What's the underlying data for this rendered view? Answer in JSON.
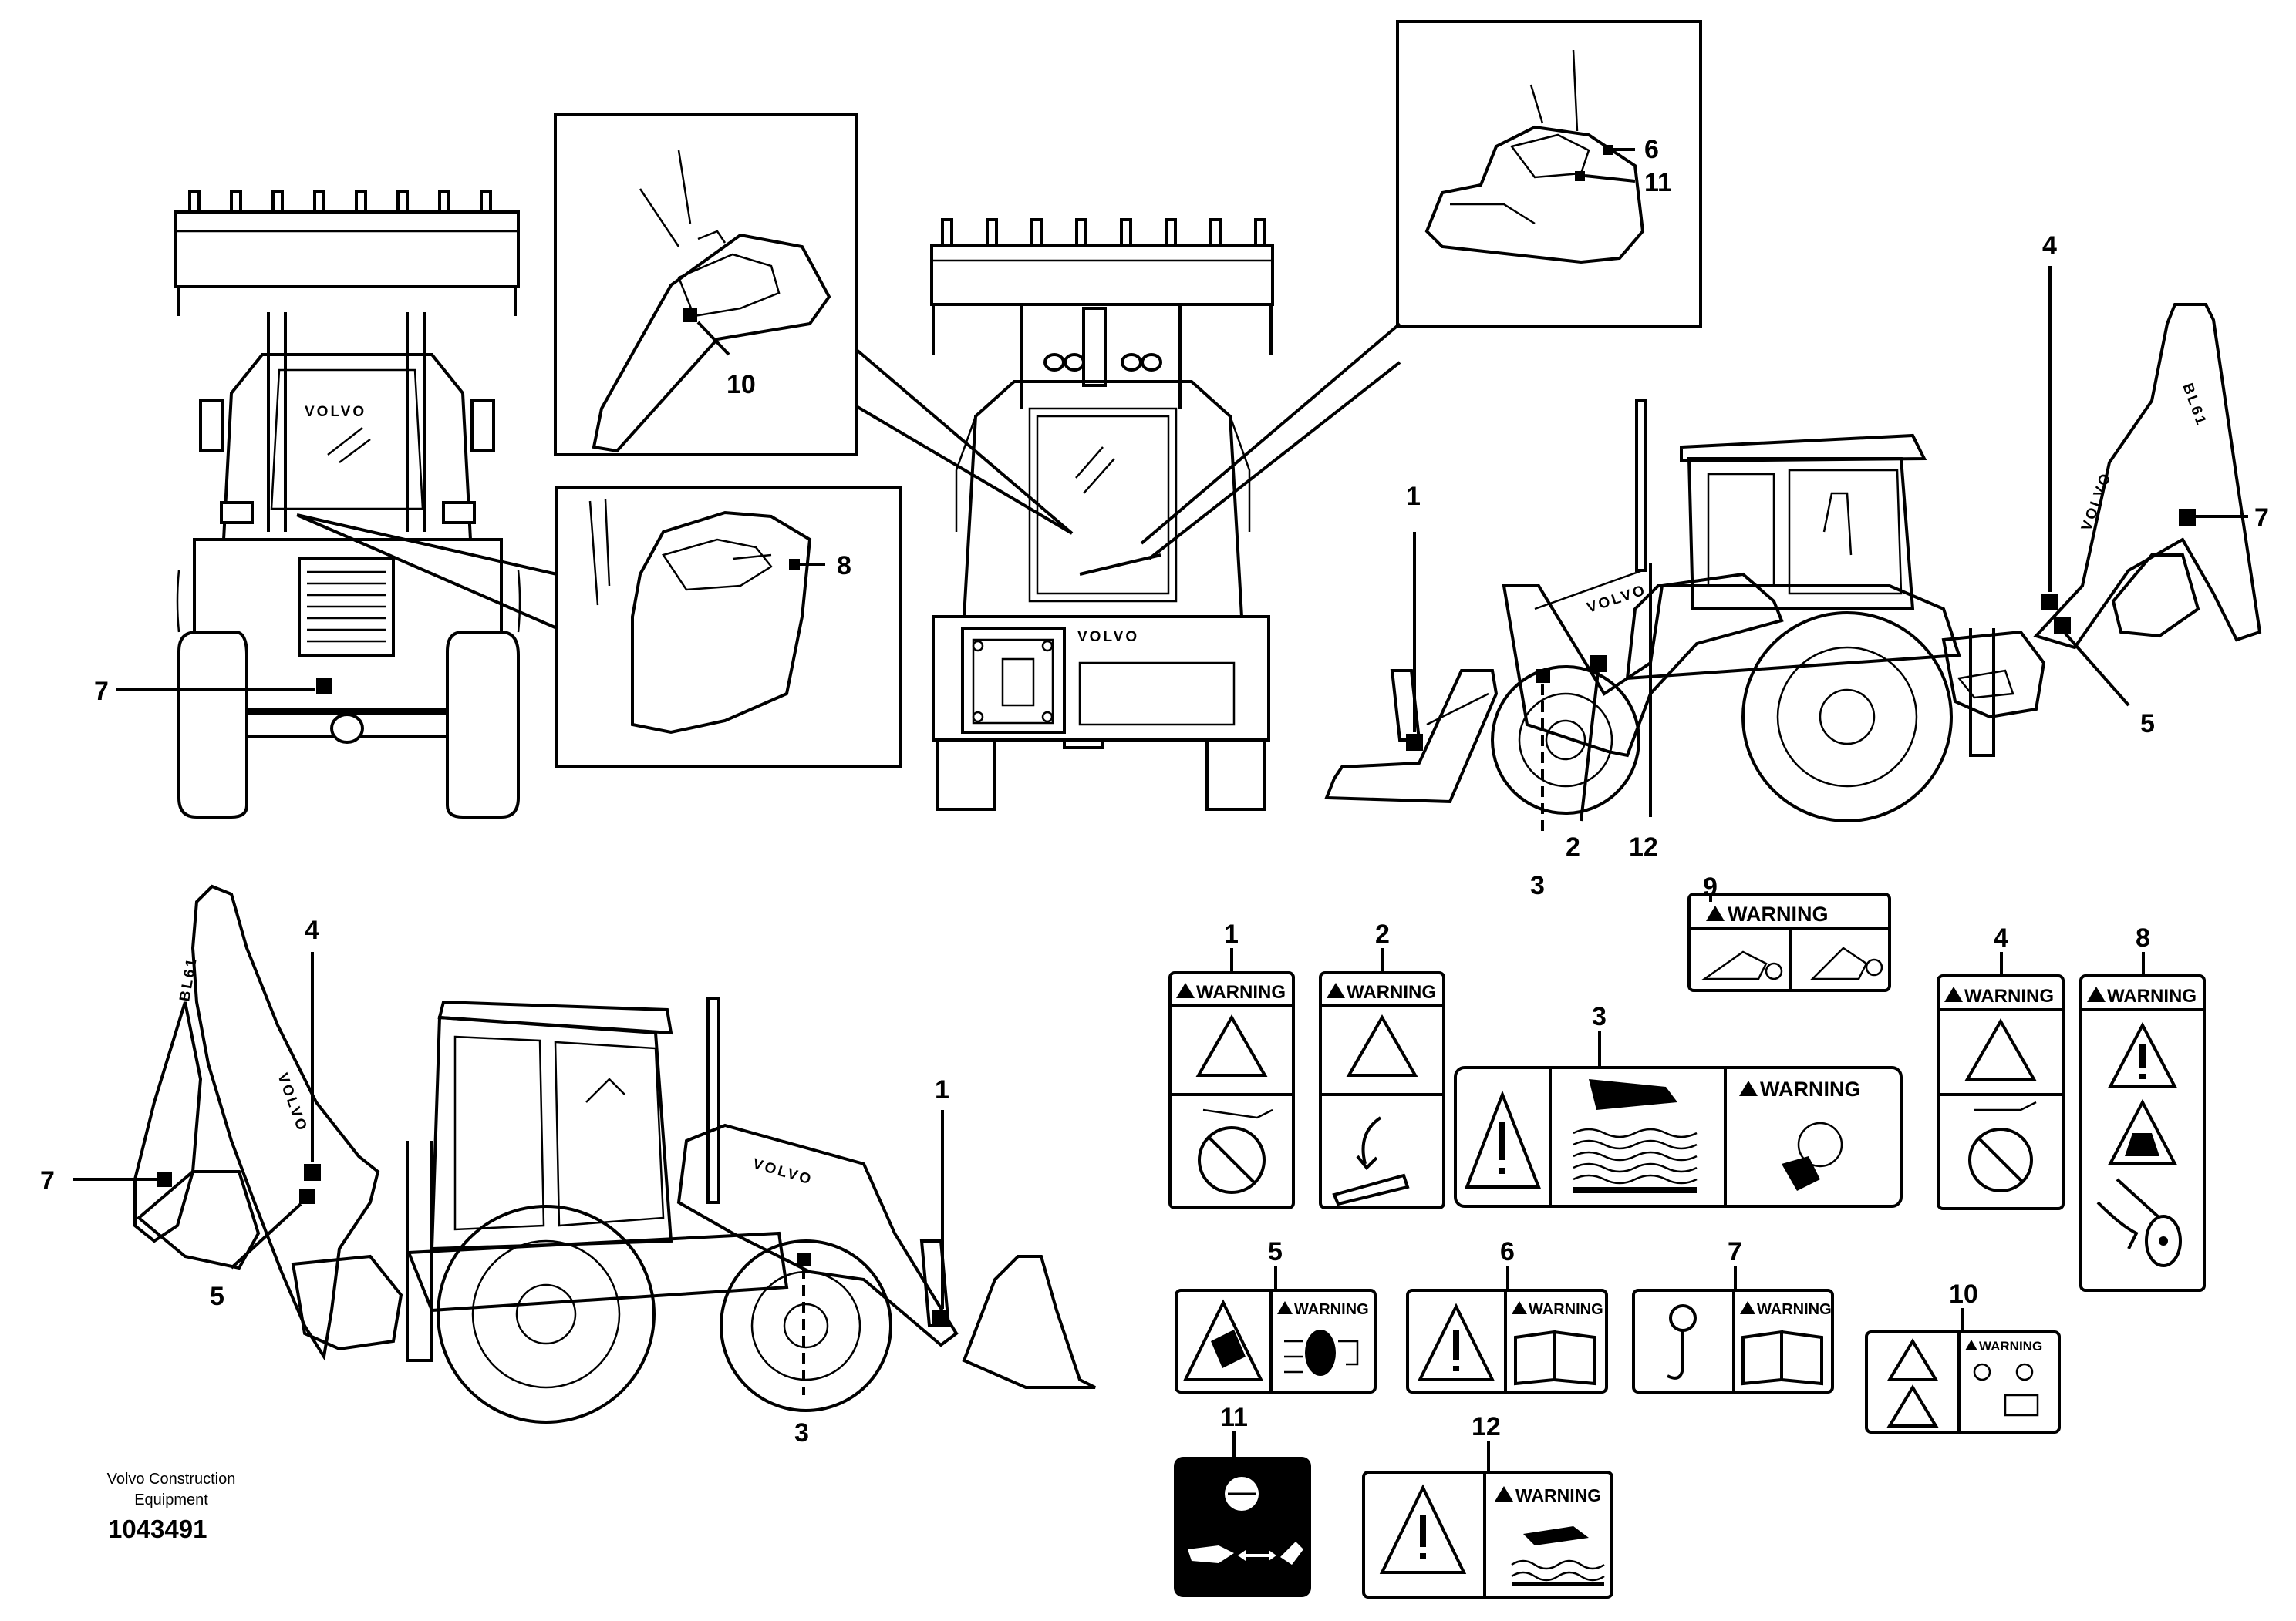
{
  "diagram": {
    "brand_text": "VOLVO",
    "model_text": "BL61",
    "callouts": {
      "top_front_left_7": "7",
      "inset_10": "10",
      "inset_8": "8",
      "inset_6": "6",
      "inset_11": "11",
      "top_side_1": "1",
      "top_side_2": "2",
      "top_side_3": "3",
      "top_side_12": "12",
      "top_side_4": "4",
      "top_side_5": "5",
      "top_side_7": "7",
      "bottom_side_4": "4",
      "bottom_side_7": "7",
      "bottom_side_5": "5",
      "bottom_side_1": "1",
      "bottom_side_3": "3"
    },
    "decals": {
      "warning_word": "WARNING",
      "numbers": {
        "d1": "1",
        "d2": "2",
        "d3": "3",
        "d4": "4",
        "d5": "5",
        "d6": "6",
        "d7": "7",
        "d8": "8",
        "d9": "9",
        "d10": "10",
        "d11": "11",
        "d12": "12"
      }
    },
    "footer": {
      "company_line1": "Volvo Construction",
      "company_line2": "Equipment",
      "drawing_number": "1043491"
    }
  }
}
